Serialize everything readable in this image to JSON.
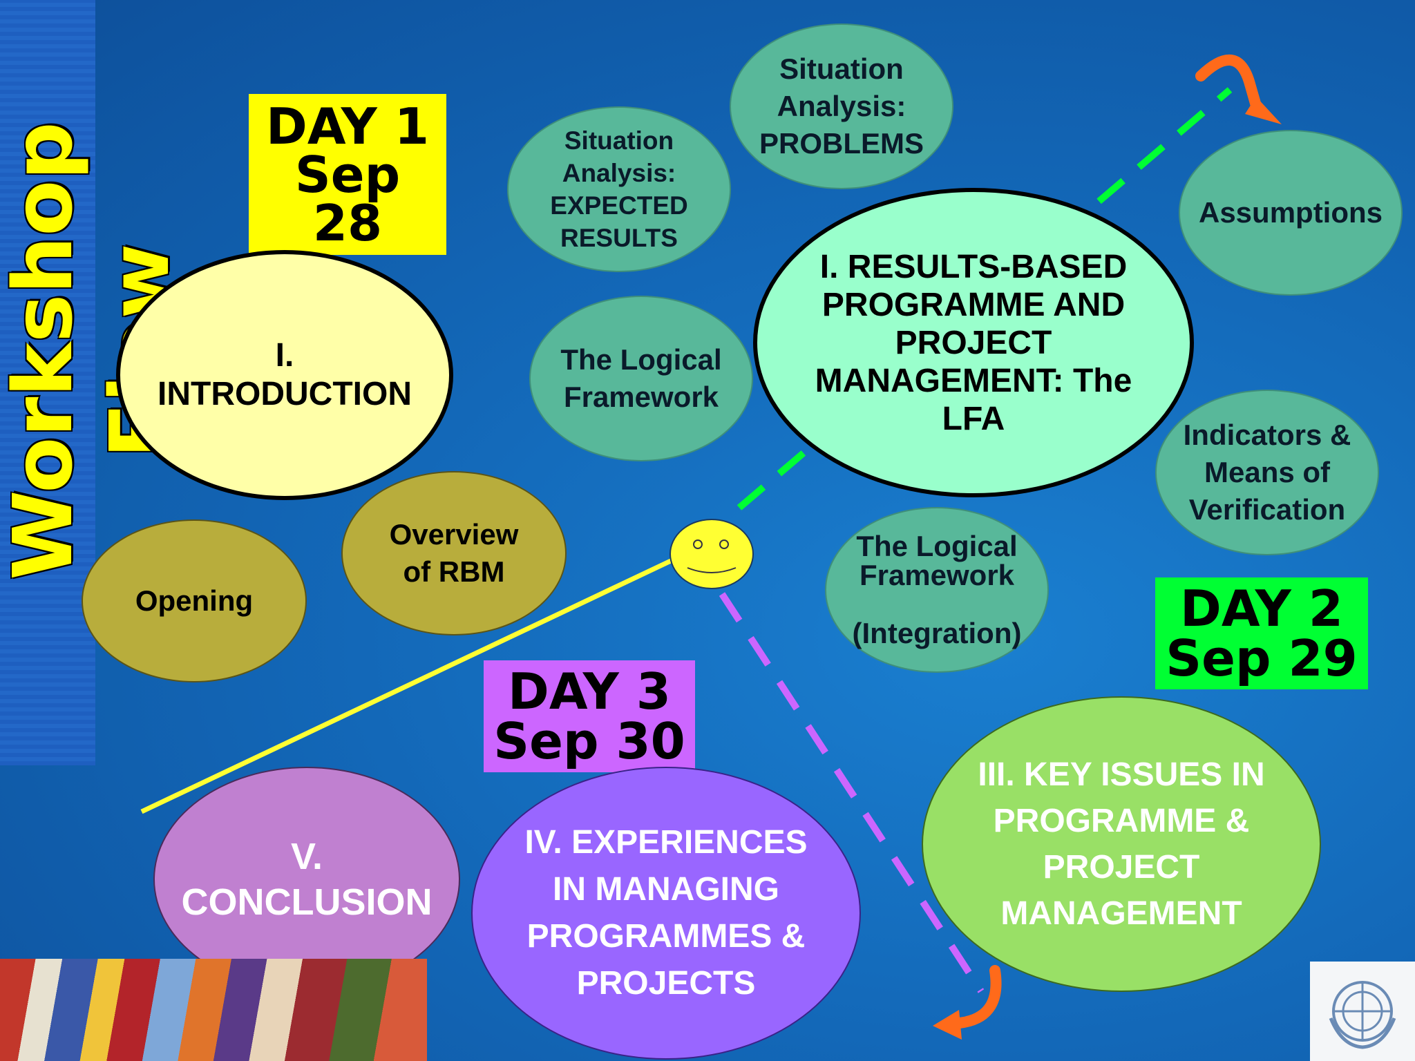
{
  "slide": {
    "title": "Workshop Flow"
  },
  "days": {
    "day1": {
      "text": "DAY 1\nSep\n28",
      "color": "#ffff00"
    },
    "day2": {
      "text": "DAY 2\nSep 29",
      "color": "#00ff33"
    },
    "day3": {
      "text": "DAY 3\nSep 30",
      "color": "#cc66ff"
    }
  },
  "nodes": {
    "introduction": "I.\nINTRODUCTION",
    "opening": "Opening",
    "overview_rbm": "Overview\nof RBM",
    "sa_expected": "Situation\nAnalysis:\nEXPECTED\nRESULTS",
    "sa_problems": "Situation\nAnalysis:\nPROBLEMS",
    "logical_framework": "The Logical\nFramework",
    "results_based": "I. RESULTS-BASED\nPROGRAMME AND\nPROJECT\nMANAGEMENT: The\nLFA",
    "assumptions": "Assumptions",
    "indicators": "Indicators &\nMeans of\nVerification",
    "logical_framework_integration": "The Logical\nFramework\n\n(Integration)",
    "key_issues": "III. KEY ISSUES IN\nPROGRAMME &\nPROJECT\nMANAGEMENT",
    "experiences": "IV. EXPERIENCES\nIN MANAGING\nPROGRAMMES &\nPROJECTS",
    "conclusion": "V.\nCONCLUSION"
  },
  "colors": {
    "background": "#1368b8",
    "yellow_oval": "#ffffa8",
    "olive_oval": "#b8ad3c",
    "teal_oval": "#58b89a",
    "mint_oval": "#99ffcc",
    "green_oval": "#99e066",
    "purple_oval": "#9966ff",
    "orchid_oval": "#c080d0",
    "green_dash": "#00ff33",
    "violet_dash": "#cc66ff",
    "yellow_line": "#ffff33",
    "arrow": "#ff6a1a"
  }
}
